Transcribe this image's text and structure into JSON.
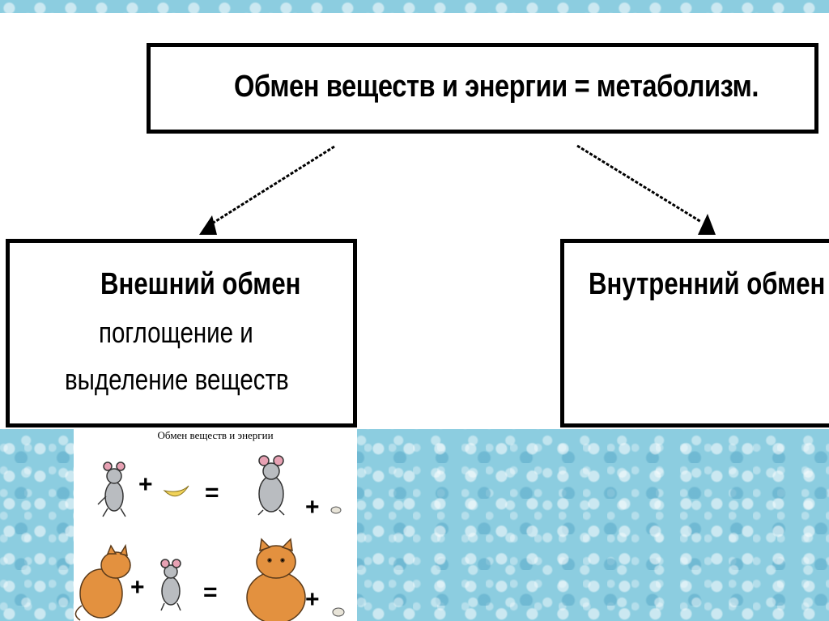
{
  "diagram": {
    "top": {
      "text": "Обмен веществ и энергии = метаболизм."
    },
    "left": {
      "heading": "Внешний обмен",
      "line1": "поглощение и",
      "line2": "выделение веществ"
    },
    "right": {
      "heading": "Внутренний обмен"
    }
  },
  "illustration": {
    "title": "Обмен веществ и энергии",
    "plus": "+",
    "equals": "="
  }
}
